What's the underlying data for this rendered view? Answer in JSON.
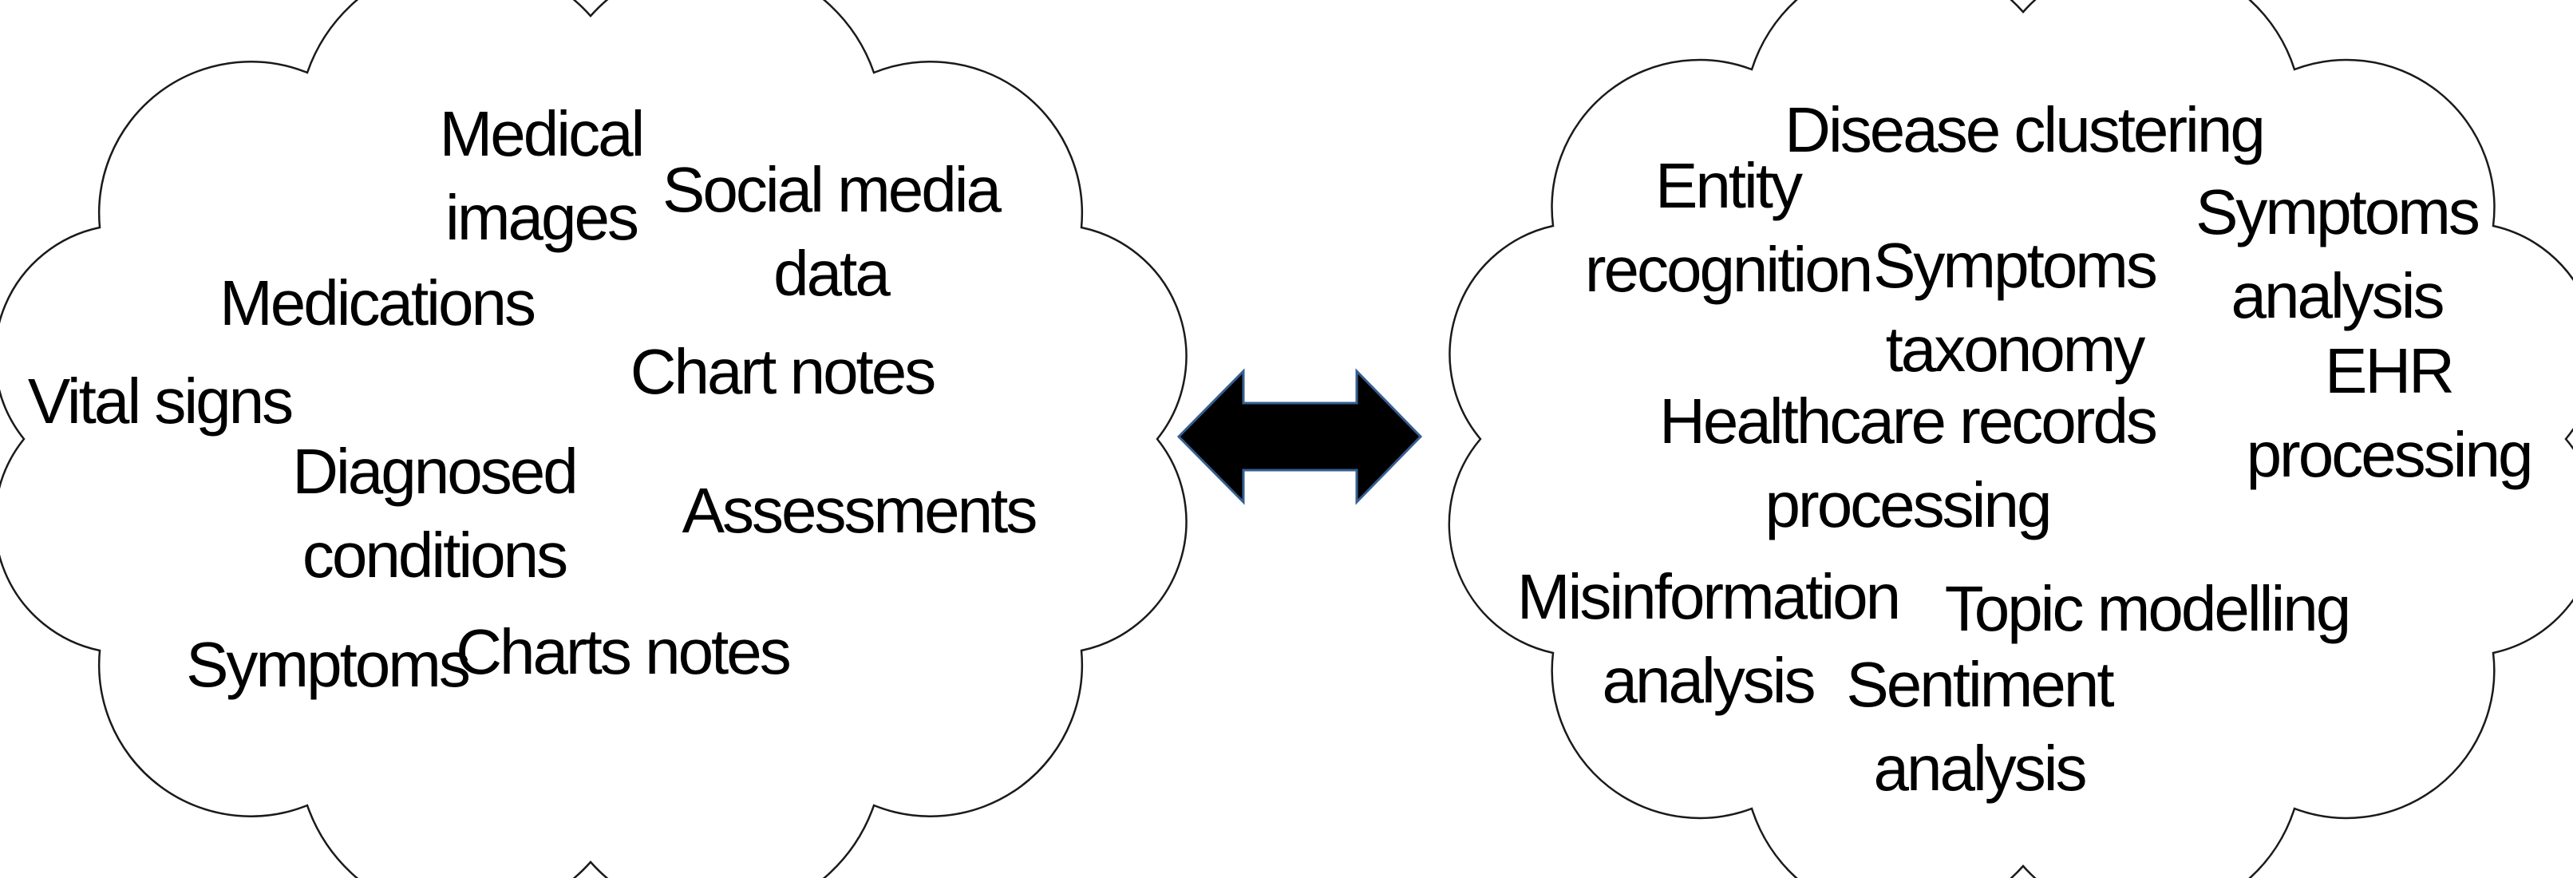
{
  "diagram": {
    "type": "two-cloud-mapping",
    "arrow": {
      "direction": "bidirectional"
    },
    "colors": {
      "background": "#ffffff",
      "ink": "#000000",
      "cloud_stroke": "#1a1a1a",
      "arrow_fill": "#000000",
      "arrow_outline": "#365f91"
    },
    "left_cloud": {
      "items": [
        {
          "text": "Medical\nimages"
        },
        {
          "text": "Social media\ndata"
        },
        {
          "text": "Medications"
        },
        {
          "text": "Vital signs"
        },
        {
          "text": "Chart notes"
        },
        {
          "text": "Diagnosed\nconditions"
        },
        {
          "text": "Assessments"
        },
        {
          "text": "Symptoms"
        },
        {
          "text": "Charts notes"
        }
      ]
    },
    "right_cloud": {
      "items": [
        {
          "text": "Disease clustering"
        },
        {
          "text": "Entity\nrecognition"
        },
        {
          "text": "Symptoms\ntaxonomy"
        },
        {
          "text": "Symptoms\nanalysis"
        },
        {
          "text": "EHR\nprocessing"
        },
        {
          "text": "Healthcare records\nprocessing"
        },
        {
          "text": "Misinformation\nanalysis"
        },
        {
          "text": "Topic modelling"
        },
        {
          "text": "Sentiment\nanalysis"
        }
      ]
    }
  }
}
